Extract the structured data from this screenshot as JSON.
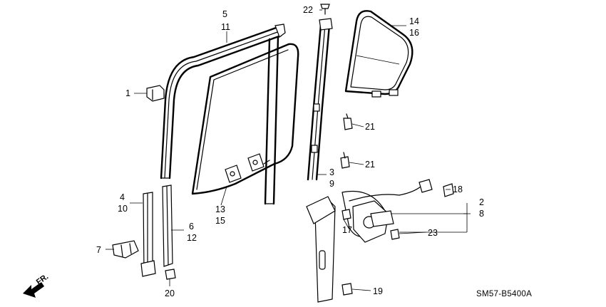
{
  "diagram": {
    "callouts": [
      {
        "id": "p5",
        "text": "5"
      },
      {
        "id": "p11",
        "text": "11"
      },
      {
        "id": "p22",
        "text": "22"
      },
      {
        "id": "p14",
        "text": "14"
      },
      {
        "id": "p16",
        "text": "16"
      },
      {
        "id": "p1",
        "text": "1"
      },
      {
        "id": "p21a",
        "text": "21"
      },
      {
        "id": "p21b",
        "text": "21"
      },
      {
        "id": "p3",
        "text": "3"
      },
      {
        "id": "p9",
        "text": "9"
      },
      {
        "id": "p4",
        "text": "4"
      },
      {
        "id": "p10",
        "text": "10"
      },
      {
        "id": "p18",
        "text": "18"
      },
      {
        "id": "p2",
        "text": "2"
      },
      {
        "id": "p8",
        "text": "8"
      },
      {
        "id": "p13",
        "text": "13"
      },
      {
        "id": "p15",
        "text": "15"
      },
      {
        "id": "p6",
        "text": "6"
      },
      {
        "id": "p12",
        "text": "12"
      },
      {
        "id": "p7",
        "text": "7"
      },
      {
        "id": "p17",
        "text": "17"
      },
      {
        "id": "p23",
        "text": "23"
      },
      {
        "id": "p20",
        "text": "20"
      },
      {
        "id": "p19",
        "text": "19"
      }
    ],
    "direction_label": "FR.",
    "drawing_code": "SM57-B5400A"
  }
}
